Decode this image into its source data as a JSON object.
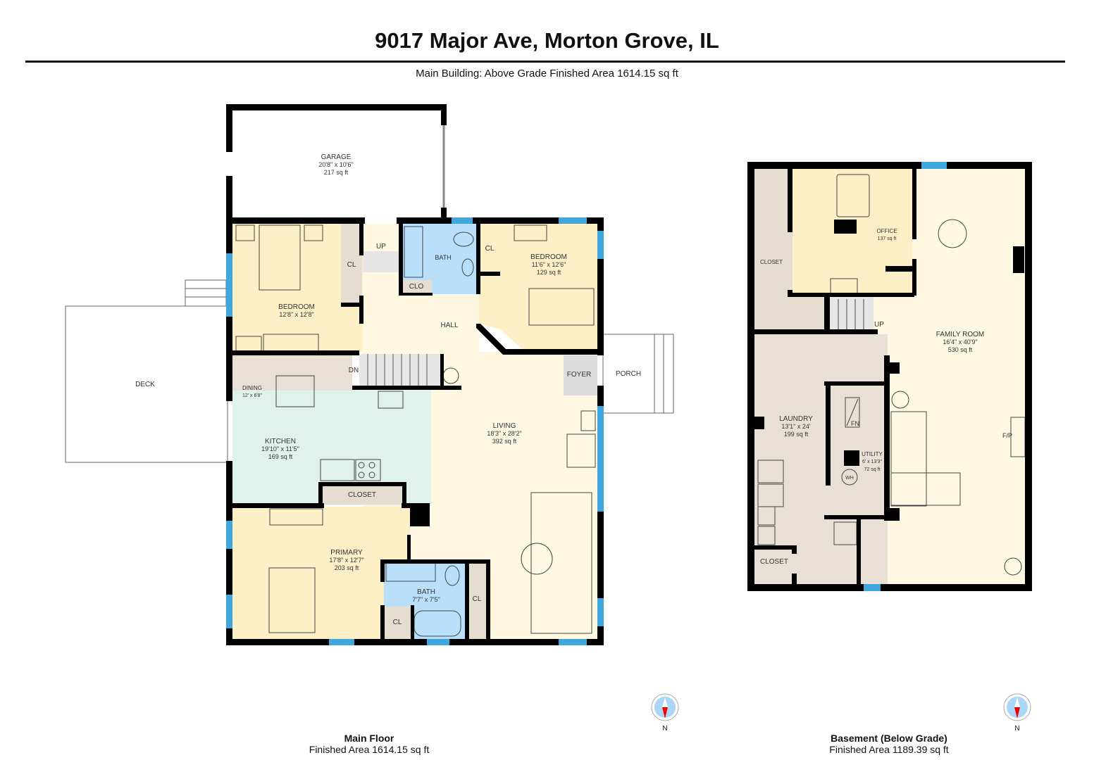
{
  "header": {
    "title": "9017 Major Ave, Morton Grove, IL",
    "subtitle": "Main Building: Above Grade Finished Area 1614.15 sq ft"
  },
  "colors": {
    "wall": "#000000",
    "window": "#3fa6de",
    "bedroom": "#fdefc6",
    "living": "#fef7e1",
    "bath": "#b8e0fb",
    "closet": "#e5ddd0",
    "kitchen": "#e0f2ec",
    "dining": "#e9e0d5",
    "foyer": "#dcdcdc",
    "stairs": "#e6e6e6",
    "compass_fill": "#aad7f5",
    "compass_needle": "#ee0000"
  },
  "main_floor": {
    "name": "Main Floor",
    "area": "Finished Area 1614.15 sq ft",
    "compass_label": "N",
    "rooms": {
      "garage": {
        "name": "GARAGE",
        "dims": "20'8\" x 10'6\"",
        "area": "217 sq ft"
      },
      "bedroom_left": {
        "name": "BEDROOM",
        "dims": "12'8\" x 12'8\""
      },
      "bedroom_right": {
        "name": "BEDROOM",
        "dims": "11'6\" x 12'6\"",
        "area": "129 sq ft"
      },
      "bath_top": {
        "name": "BATH"
      },
      "clo": {
        "name": "CLO"
      },
      "cl_left": {
        "name": "CL"
      },
      "cl_right": {
        "name": "CL"
      },
      "up": {
        "name": "UP"
      },
      "hall": {
        "name": "HALL"
      },
      "dn": {
        "name": "DN"
      },
      "dining": {
        "name": "DINING",
        "dims": "12' x 6'8\""
      },
      "kitchen": {
        "name": "KITCHEN",
        "dims": "19'10\" x 11'5\"",
        "area": "169 sq ft"
      },
      "living": {
        "name": "LIVING",
        "dims": "18'3\" x 28'2\"",
        "area": "392 sq ft"
      },
      "foyer": {
        "name": "FOYER"
      },
      "porch": {
        "name": "PORCH"
      },
      "deck": {
        "name": "DECK"
      },
      "closet": {
        "name": "CLOSET"
      },
      "primary": {
        "name": "PRIMARY",
        "dims": "17'8\" x 12'7\"",
        "area": "203 sq ft"
      },
      "bath_primary": {
        "name": "BATH",
        "dims": "7'7\" x 7'5\""
      },
      "cl_bath_left": {
        "name": "CL"
      },
      "cl_bath_right": {
        "name": "CL"
      }
    }
  },
  "basement": {
    "name": "Basement (Below Grade)",
    "area": "Finished Area 1189.39 sq ft",
    "compass_label": "N",
    "rooms": {
      "closet_top": {
        "name": "CLOSET"
      },
      "office": {
        "name": "OFFICE",
        "area": "137 sq ft"
      },
      "up": {
        "name": "UP"
      },
      "family": {
        "name": "FAMILY ROOM",
        "dims": "16'4\" x 40'9\"",
        "area": "530 sq ft"
      },
      "laundry": {
        "name": "LAUNDRY",
        "dims": "13'1\" x 24'",
        "area": "199 sq ft"
      },
      "utility": {
        "name": "UTILITY",
        "dims": "6' x 13'3\"",
        "area": "72 sq ft"
      },
      "fn": {
        "name": "FN"
      },
      "wh": {
        "name": "WH"
      },
      "fp": {
        "name": "F/P"
      },
      "closet_bottom": {
        "name": "CLOSET"
      }
    }
  }
}
